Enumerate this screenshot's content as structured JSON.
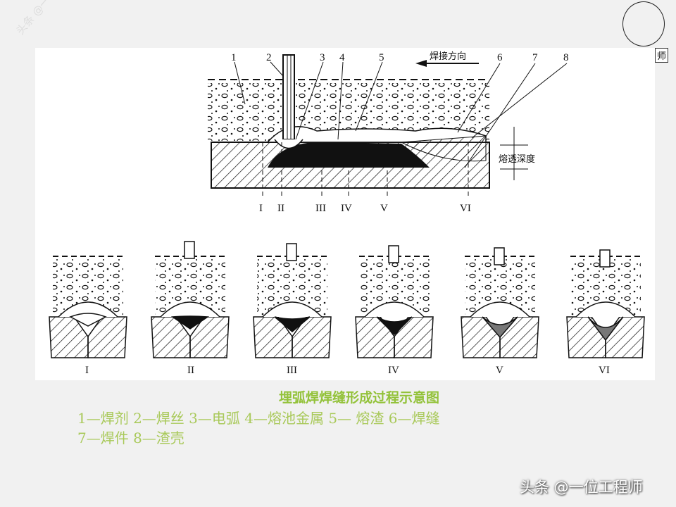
{
  "diagram": {
    "direction_label": "焊接方向",
    "depth_label": "熔透深度",
    "part_numbers": [
      "1",
      "2",
      "3",
      "4",
      "5",
      "6",
      "7",
      "8"
    ],
    "section_marks": [
      "I",
      "II",
      "III",
      "IV",
      "V",
      "VI"
    ],
    "cross_section_labels": [
      "I",
      "II",
      "III",
      "IV",
      "V",
      "VI"
    ]
  },
  "caption": {
    "title": "埋弧焊焊缝形成过程示意图",
    "legend_line1": "1—焊剂 2—焊丝 3—电弧 4—熔池金属 5— 熔渣 6—焊缝",
    "legend_line2": "7—焊件 8—渣壳"
  },
  "watermark": {
    "text": "头条 @一位工程师",
    "diagonal_text": "头条 @一位工程师",
    "corner_badge": "师"
  }
}
